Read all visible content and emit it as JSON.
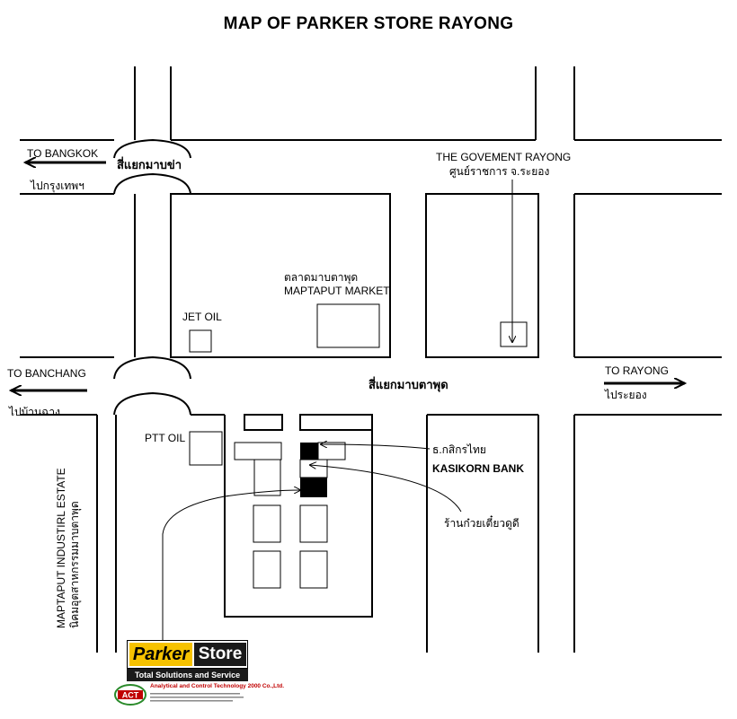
{
  "title": "MAP OF PARKER STORE  RAYONG",
  "labels": {
    "to_bangkok": "TO BANGKOK",
    "to_bangkok_th": "ไปกรุงเทพฯ",
    "junction_top": "สี่แยกมาบข่า",
    "gov_en": "THE GOVEMENT RAYONG",
    "gov_th": "ศูนย์ราชการ จ.ระยอง",
    "market_th": "ตลาดมาบตาพุด",
    "market_en": "MAPTAPUT MARKET",
    "jet_oil": "JET OIL",
    "to_banchang": "TO BANCHANG",
    "to_banchang_th": "ไปบ้านฉาง",
    "junction_main": "สี่แยกมาบตาพุด",
    "to_rayong": "TO RAYONG",
    "to_rayong_th": "ไประยอง",
    "ptt_oil": "PTT OIL",
    "bank_th": "ธ.กสิกรไทย",
    "bank_en": "KASIKORN BANK",
    "noodle_shop": "ร้านก๋วยเตี๋ยวดูดี",
    "estate_en": "MAPTAPUT INDUSTIRL ESTATE",
    "estate_th": "นิคมอุตสาหกรรมมาบตาพุด"
  },
  "logo": {
    "brand_parker": "Parker",
    "brand_store": "Store",
    "tagline": "Total Solutions and Service",
    "partner_name": "Analytical and Control Technology 2000 Co.,Ltd.",
    "partner_abbr": "ACT",
    "brand_color": "#f6c200",
    "partner_color": "#c00000"
  }
}
